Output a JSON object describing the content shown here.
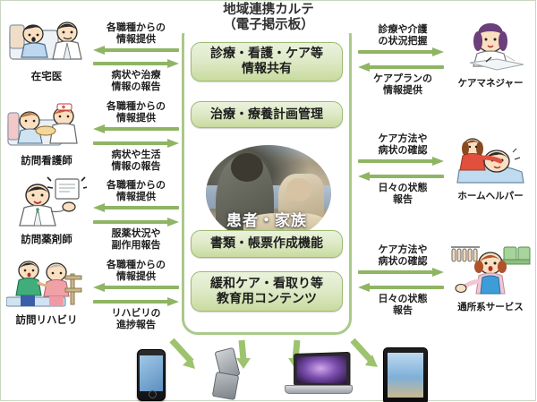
{
  "hub": {
    "title_line1": "地域連携カルテ",
    "title_line2": "（電子掲示板）",
    "features": [
      {
        "line1": "診療・看護・ケア等",
        "line2": "情報共有"
      },
      {
        "line1": "治療・療養計画管理",
        "line2": ""
      },
      {
        "line1": "書類・帳票作成機能",
        "line2": ""
      },
      {
        "line1": "緩和ケア・看取り等",
        "line2": "教育用コンテンツ"
      }
    ],
    "center_label": "患者・家族"
  },
  "left_actors": [
    {
      "name": "在宅医",
      "icon": "doctor-at-bedside-icon"
    },
    {
      "name": "訪問看護師",
      "icon": "visiting-nurse-icon"
    },
    {
      "name": "訪問薬剤師",
      "icon": "visiting-pharmacist-icon"
    },
    {
      "name": "訪問リハビリ",
      "icon": "visiting-rehab-icon"
    }
  ],
  "left_flows": [
    {
      "inbound": {
        "line1": "各職種からの",
        "line2": "情報提供"
      },
      "outbound": {
        "line1": "病状や治療",
        "line2": "情報の報告"
      }
    },
    {
      "inbound": {
        "line1": "各職種からの",
        "line2": "情報提供"
      },
      "outbound": {
        "line1": "病状や生活",
        "line2": "情報の報告"
      }
    },
    {
      "inbound": {
        "line1": "各職種からの",
        "line2": "情報提供"
      },
      "outbound": {
        "line1": "服薬状況や",
        "line2": "副作用報告"
      }
    },
    {
      "inbound": {
        "line1": "各職種からの",
        "line2": "情報提供"
      },
      "outbound": {
        "line1": "リハビリの",
        "line2": "進捗報告"
      }
    }
  ],
  "right_actors": [
    {
      "name": "ケアマネジャー",
      "icon": "care-manager-icon"
    },
    {
      "name": "ホームヘルパー",
      "icon": "home-helper-icon"
    },
    {
      "name": "通所系サービス",
      "icon": "day-service-icon"
    }
  ],
  "right_flows": [
    {
      "outbound": {
        "line1": "診療や介護",
        "line2": "の状況把握"
      },
      "inbound": {
        "line1": "ケアプランの",
        "line2": "情報提供"
      }
    },
    {
      "outbound": {
        "line1": "ケア方法や",
        "line2": "病状の確認"
      },
      "inbound": {
        "line1": "日々の状態",
        "line2": "報告"
      }
    },
    {
      "outbound": {
        "line1": "ケア方法や",
        "line2": "病状の確認"
      },
      "inbound": {
        "line1": "日々の状態",
        "line2": "報告"
      }
    }
  ],
  "devices": [
    {
      "name": "smartphone-icon"
    },
    {
      "name": "feature-phone-icon"
    },
    {
      "name": "laptop-icon"
    },
    {
      "name": "tablet-icon"
    }
  ],
  "colors": {
    "accent_green": "#8fb564",
    "hub_border": "#aac98a",
    "pill_fill": "#dfeac9",
    "text": "#1f1f1f"
  }
}
